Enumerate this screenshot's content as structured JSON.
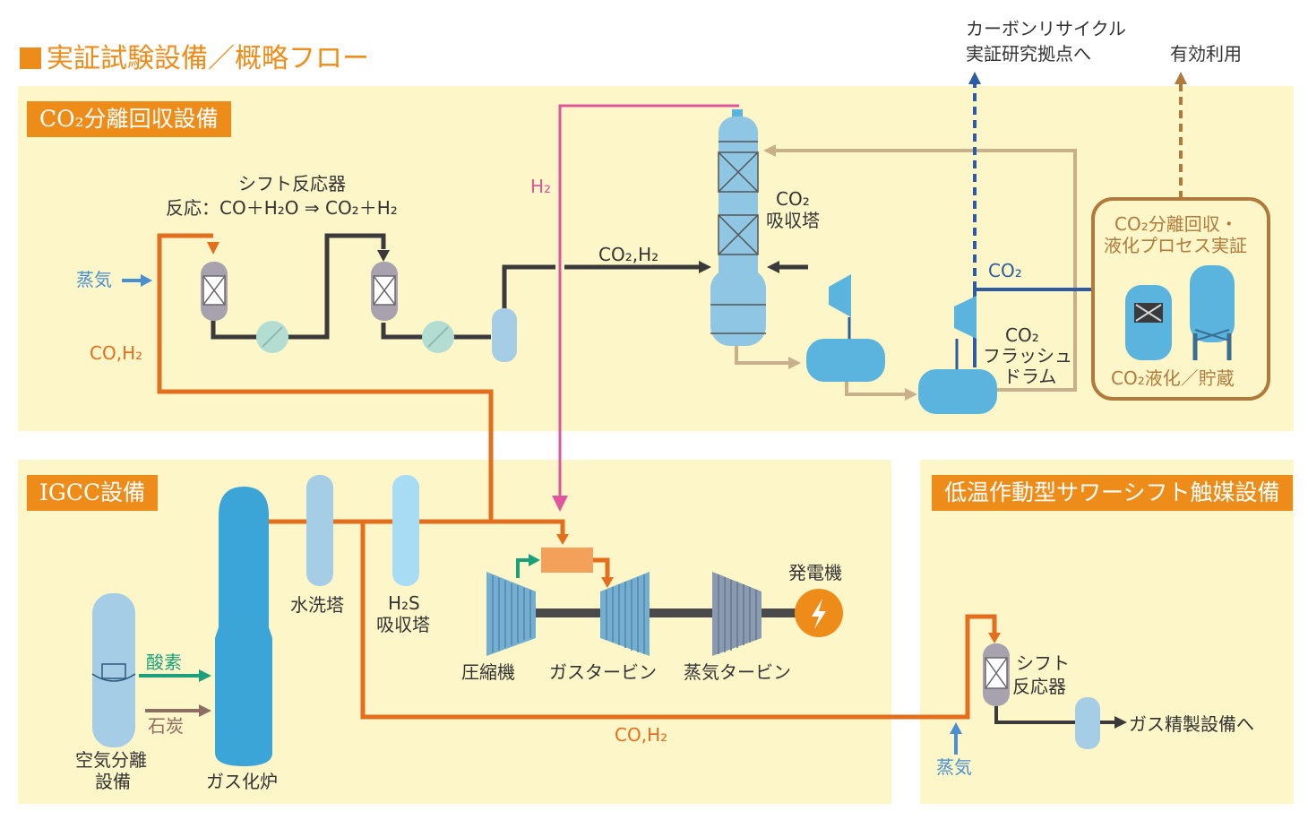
{
  "title": "実証試験設備／概略フロー",
  "sections": {
    "co2": "CO₂分離回収設備",
    "igcc": "IGCC設備",
    "lowtemp": "低温作動型サワーシフト触媒設備"
  },
  "labels": {
    "shift_reactor_title": "シフト反応器",
    "reaction": "反応：CO＋H₂O ⇒ CO₂＋H₂",
    "steam": "蒸気",
    "co_h2": "CO,H₂",
    "h2": "H₂",
    "co2_h2": "CO₂,H₂",
    "absorber": [
      "CO₂",
      "吸収塔"
    ],
    "co2": "CO₂",
    "flash_drum": [
      "CO₂",
      "フラッシュ",
      "ドラム"
    ],
    "recycle_dest": [
      "カーボンリサイクル",
      "実証研究拠点へ"
    ],
    "effective_use": "有効利用",
    "liquefaction_demo": [
      "CO₂分離回収・",
      "液化プロセス実証"
    ],
    "liquefaction_storage": "CO₂液化／貯蔵",
    "water_wash": "水洗塔",
    "h2s_absorber": [
      "H₂S",
      "吸収塔"
    ],
    "generator": "発電機",
    "compressor": "圧縮機",
    "gas_turbine": "ガスタービン",
    "steam_turbine": "蒸気タービン",
    "oxygen": "酸素",
    "coal": "石炭",
    "air_separation": [
      "空気分離",
      "設備"
    ],
    "gasifier": "ガス化炉",
    "shift_reactor_low": [
      "シフト",
      "反応器"
    ],
    "gas_refining": "ガス精製設備へ"
  },
  "colors": {
    "orange": "#ee8c1a",
    "panel": "#fdf6c8",
    "syngas_line": "#e36f1e",
    "h2_line": "#e0569c",
    "co2_line": "#2d5aa0",
    "amine_line": "#c8b08a",
    "effective_use_line": "#b07a3c",
    "vessel_blue": "#5ab4de",
    "reactor_gray": "#a7a2ad"
  },
  "icons": [
    "arrow-icon",
    "lightning-icon",
    "catalyst-x-icon"
  ]
}
